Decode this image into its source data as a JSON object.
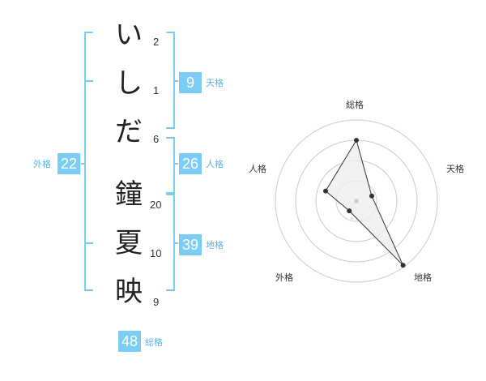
{
  "name_chars": [
    "い",
    "し",
    "だ",
    "鐘",
    "夏",
    "映"
  ],
  "stroke_counts": [
    "2",
    "1",
    "6",
    "20",
    "10",
    "9"
  ],
  "kakusu": {
    "tenkaku": {
      "value": "9",
      "label": "天格"
    },
    "jinkaku": {
      "value": "26",
      "label": "人格"
    },
    "chikaku": {
      "value": "39",
      "label": "地格"
    },
    "gaikaku": {
      "value": "22",
      "label": "外格"
    },
    "soukaku": {
      "value": "48",
      "label": "総格"
    }
  },
  "radar": {
    "axes": [
      "総格",
      "天格",
      "地格",
      "外格",
      "人格"
    ],
    "values": [
      0.75,
      0.2,
      0.98,
      0.15,
      0.4
    ],
    "colors": {
      "grid": "#cccccc",
      "fill": "#eeeeee",
      "line": "#333333",
      "bracket": "#7ccdf6"
    }
  }
}
